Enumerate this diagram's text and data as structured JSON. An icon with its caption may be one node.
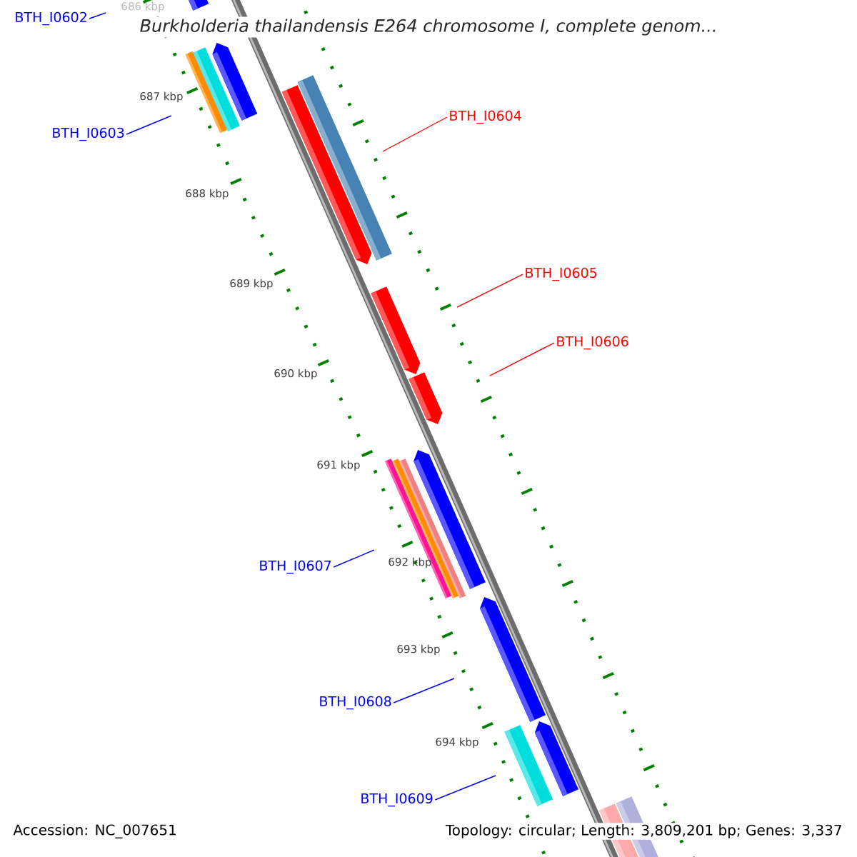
{
  "diagram": {
    "title": "Burkholderia thailandensis E264 chromosome I, complete genom...",
    "nodes": [
      {
        "text": [
          "BTH_I0602"
        ]
      },
      {
        "text": [
          "BTH_I0603"
        ]
      },
      {
        "text": [
          "BTH_I0604"
        ]
      },
      {
        "text": [
          "BTH_I0605"
        ]
      },
      {
        "text": [
          "BTH_I0606"
        ]
      },
      {
        "text": [
          "BTH_I0607"
        ]
      },
      {
        "text": [
          "BTH_I0608"
        ]
      },
      {
        "text": [
          "BTH_I0609"
        ]
      }
    ],
    "edges": [
      {
        "from": 0,
        "to": null,
        "arrow": "none"
      },
      {
        "from": 1,
        "to": null,
        "arrow": "none"
      },
      {
        "from": 2,
        "to": null,
        "arrow": "none",
        "color": "#ff0000"
      },
      {
        "from": 3,
        "to": null,
        "arrow": "none",
        "color": "#ff0000"
      },
      {
        "from": 4,
        "to": null,
        "arrow": "none",
        "color": "#ff0000"
      },
      {
        "from": 5,
        "to": null,
        "arrow": "none"
      },
      {
        "from": 6,
        "to": null,
        "arrow": "none"
      },
      {
        "from": 7,
        "to": null,
        "arrow": "none"
      }
    ],
    "labels": [
      "686 kbp",
      "687 kbp",
      "688 kbp",
      "689 kbp",
      "690 kbp",
      "691 kbp",
      "692 kbp",
      "693 kbp",
      "694 kbp",
      "Accession: NC_007651",
      "Topology: circular; Length: 3,809,201 bp; Genes: 3,337"
    ]
  }
}
